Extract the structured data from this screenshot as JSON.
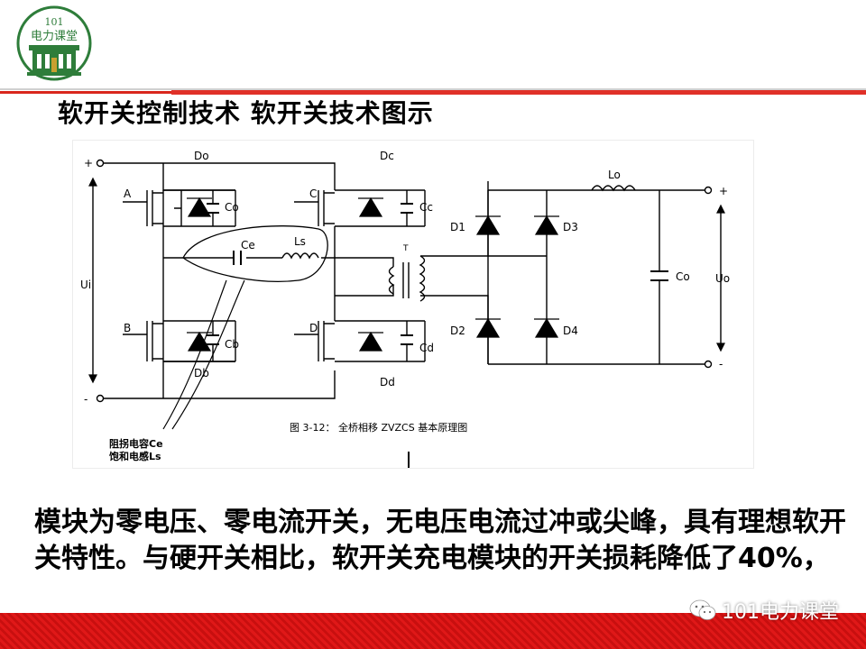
{
  "logo": {
    "text": "101 电力课堂"
  },
  "slide": {
    "title": "软开关控制技术   软开关技术图示",
    "body": "模块为零电压、零电流开关，无电压电流过冲或尖峰，具有理想软开关特性。与硬开关相比，软开关充电模块的开关损耗降低了40%，"
  },
  "diagram": {
    "caption": "图 3-12：  全桥相移 ZVZCS 基本原理图",
    "annotation_line1": "阻拐电容Ce",
    "annotation_line2": "饱和电感Ls",
    "labels": {
      "plus_in": "+",
      "minus_in": "-",
      "ui": "Ui",
      "a": "A",
      "b": "B",
      "c": "C",
      "d": "D",
      "da": "Do",
      "db": "Db",
      "dc": "Dc",
      "dd": "Dd",
      "ca": "Co",
      "cb": "Cb",
      "cc": "Cc",
      "cd": "Cd",
      "ce": "Ce",
      "ls": "Ls",
      "t": "T",
      "d1": "D1",
      "d2": "D2",
      "d3": "D3",
      "d4": "D4",
      "lo": "Lo",
      "co": "Co",
      "uo": "Uo",
      "plus_out": "+",
      "minus_out": "-"
    }
  },
  "watermark": {
    "text": "101电力课堂",
    "icon": "wechat-icon"
  },
  "colors": {
    "accent_red": "#e03028",
    "logo_green": "#2e7d3a"
  }
}
